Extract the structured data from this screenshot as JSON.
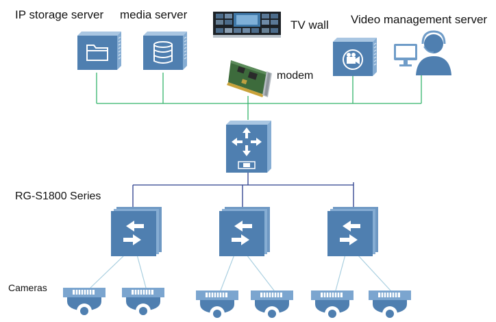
{
  "labels": {
    "ip_storage": "IP storage server",
    "media": "media server",
    "tv_wall": "TV wall",
    "video_mgmt": "Video management server",
    "modem": "modem",
    "series": "RG-S1800 Series",
    "cameras": "Cameras"
  },
  "nodes": {
    "ip_storage_server": {
      "icon": "folder-icon"
    },
    "media_server": {
      "icon": "database-icon"
    },
    "tv_wall": {
      "icon": "video-wall-icon"
    },
    "modem": {
      "icon": "network-card-icon"
    },
    "video_management_server": {
      "icon": "video-camera-icon"
    },
    "operator": {
      "icon": "operator-monitor-icon"
    },
    "core_switch": {
      "icon": "core-switch-icon"
    },
    "access_switches": [
      {
        "icon": "access-switch-icon"
      },
      {
        "icon": "access-switch-icon"
      },
      {
        "icon": "access-switch-icon"
      }
    ],
    "cameras": [
      {
        "icon": "dome-camera-icon"
      },
      {
        "icon": "dome-camera-icon"
      },
      {
        "icon": "dome-camera-icon"
      },
      {
        "icon": "dome-camera-icon"
      },
      {
        "icon": "dome-camera-icon"
      },
      {
        "icon": "dome-camera-icon"
      }
    ]
  },
  "colors": {
    "device_front": "#4f7fb0",
    "device_side": "#86add3",
    "device_top": "#a9c6e2",
    "green_link": "#33b36a",
    "blue_link": "#2b3d8c",
    "camera_link": "#a9cfe0"
  }
}
